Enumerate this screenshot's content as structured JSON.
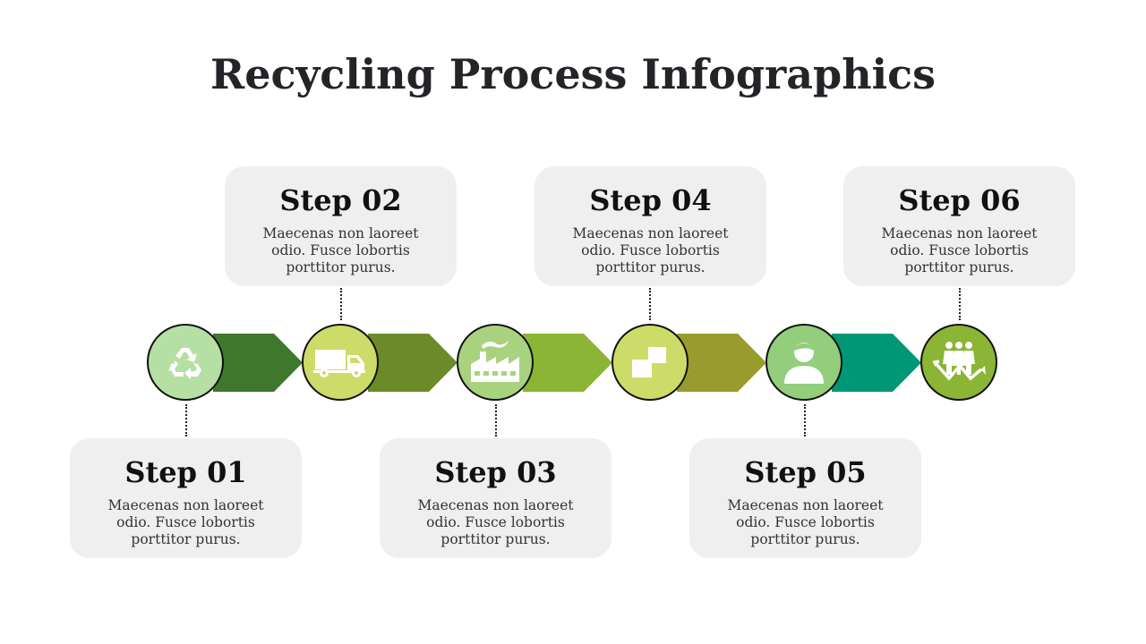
{
  "title": "Recycling Process Infographics",
  "steps": [
    {
      "label": "Step 01",
      "text": "Maecenas non laoreet odio. Fusce lobortis porttitor purus.",
      "icon": "recycle-icon",
      "circle_color": "#b5dfa3",
      "arrow_color": "#3f772d"
    },
    {
      "label": "Step 02",
      "text": "Maecenas non laoreet odio. Fusce lobortis porttitor purus.",
      "icon": "truck-icon",
      "circle_color": "#cddc69",
      "arrow_color": "#6b8a28"
    },
    {
      "label": "Step 03",
      "text": "Maecenas non laoreet odio. Fusce lobortis porttitor purus.",
      "icon": "factory-icon",
      "circle_color": "#a9d27e",
      "arrow_color": "#8ab535"
    },
    {
      "label": "Step 04",
      "text": "Maecenas non laoreet odio. Fusce lobortis porttitor purus.",
      "icon": "squares-icon",
      "circle_color": "#cddc69",
      "arrow_color": "#979c2c"
    },
    {
      "label": "Step 05",
      "text": "Maecenas non laoreet odio. Fusce lobortis porttitor purus.",
      "icon": "person-icon",
      "circle_color": "#92ce7c",
      "arrow_color": "#009777"
    },
    {
      "label": "Step 06",
      "text": "Maecenas non laoreet odio. Fusce lobortis porttitor purus.",
      "icon": "people-growth-icon",
      "circle_color": "#8ab535"
    }
  ]
}
